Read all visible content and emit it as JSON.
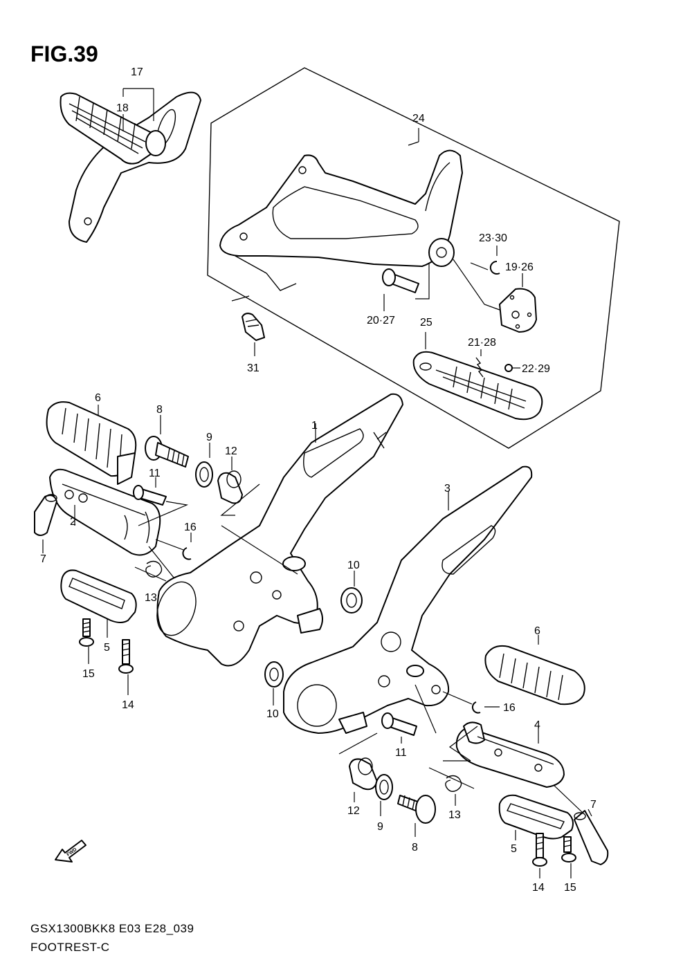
{
  "figure": {
    "title": "FIG.39",
    "code": "GSX1300BKK8 E03 E28_039",
    "name": "FOOTREST-C",
    "fwd_label": "FWD"
  },
  "callouts": [
    {
      "id": "c17",
      "text": "17"
    },
    {
      "id": "c18",
      "text": "18"
    },
    {
      "id": "c24",
      "text": "24"
    },
    {
      "id": "c23",
      "text": "23·30"
    },
    {
      "id": "c19",
      "text": "19·26"
    },
    {
      "id": "c20",
      "text": "20·27"
    },
    {
      "id": "c25",
      "text": "25"
    },
    {
      "id": "c21",
      "text": "21·28"
    },
    {
      "id": "c22",
      "text": "22·29"
    },
    {
      "id": "c31",
      "text": "31"
    },
    {
      "id": "c6a",
      "text": "6"
    },
    {
      "id": "c8a",
      "text": "8"
    },
    {
      "id": "c9a",
      "text": "9"
    },
    {
      "id": "c12a",
      "text": "12"
    },
    {
      "id": "c1",
      "text": "1"
    },
    {
      "id": "c11a",
      "text": "11"
    },
    {
      "id": "c2",
      "text": "2"
    },
    {
      "id": "c7a",
      "text": "7"
    },
    {
      "id": "c16a",
      "text": "16"
    },
    {
      "id": "c13a",
      "text": "13"
    },
    {
      "id": "c3",
      "text": "3"
    },
    {
      "id": "c10a",
      "text": "10"
    },
    {
      "id": "c5a",
      "text": "5"
    },
    {
      "id": "c15a",
      "text": "15"
    },
    {
      "id": "c14a",
      "text": "14"
    },
    {
      "id": "c6b",
      "text": "6"
    },
    {
      "id": "c10b",
      "text": "10"
    },
    {
      "id": "c16b",
      "text": "16"
    },
    {
      "id": "c4",
      "text": "4"
    },
    {
      "id": "c11b",
      "text": "11"
    },
    {
      "id": "c12b",
      "text": "12"
    },
    {
      "id": "c9b",
      "text": "9"
    },
    {
      "id": "c8b",
      "text": "8"
    },
    {
      "id": "c13b",
      "text": "13"
    },
    {
      "id": "c7b",
      "text": "7"
    },
    {
      "id": "c5b",
      "text": "5"
    },
    {
      "id": "c14b",
      "text": "14"
    },
    {
      "id": "c15b",
      "text": "15"
    }
  ]
}
